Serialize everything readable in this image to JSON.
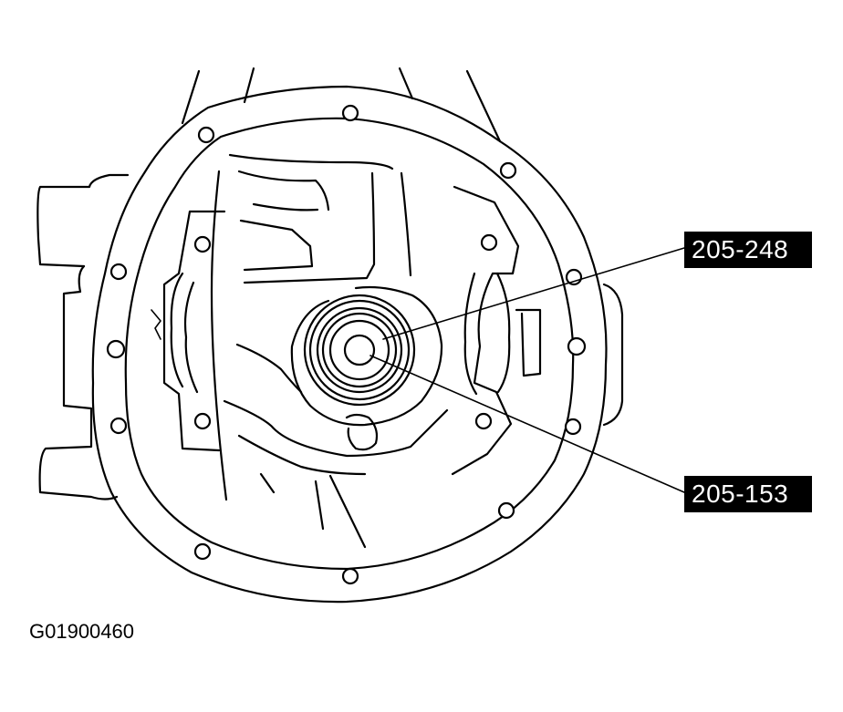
{
  "callouts": [
    {
      "label": "205-248"
    },
    {
      "label": "205-153"
    }
  ],
  "figure_id": "G01900460"
}
